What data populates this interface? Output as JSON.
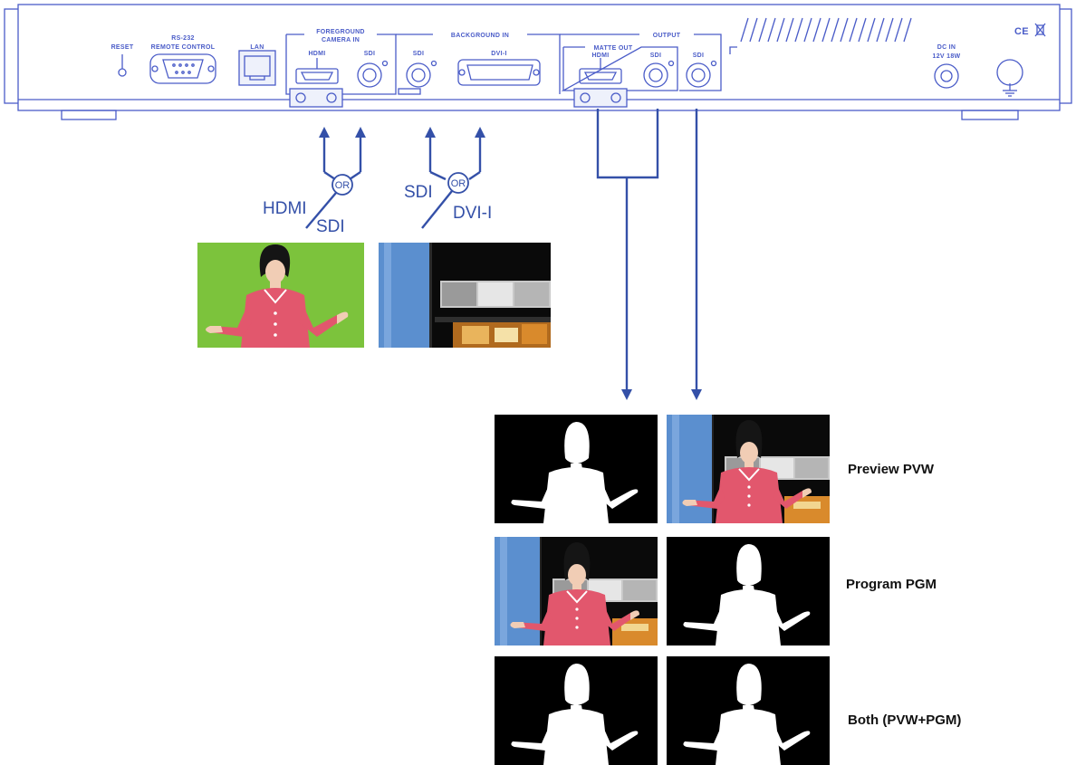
{
  "panel": {
    "reset": "RESET",
    "rs232_line1": "RS-232",
    "rs232_line2": "REMOTE CONTROL",
    "lan": "LAN",
    "fg_line1": "FOREGROUND",
    "fg_line2": "CAMERA IN",
    "fg_hdmi": "HDMI",
    "fg_sdi": "SDI",
    "bg_title": "BACKGROUND IN",
    "bg_sdi": "SDI",
    "bg_dvi": "DVI-I",
    "output_title": "OUTPUT",
    "matte_title": "MATTE OUT",
    "matte_hdmi": "HDMI",
    "matte_sdi": "SDI",
    "out_sdi": "SDI",
    "dc_line1": "DC IN",
    "dc_line2": "12V 18W",
    "ce_mark": "CE"
  },
  "connectors": {
    "foreground": {
      "left": "HDMI",
      "or": "OR",
      "right": "SDI"
    },
    "background": {
      "left": "SDI",
      "or": "OR",
      "right": "DVI-I"
    }
  },
  "output_rows": [
    {
      "label": "Preview  PVW"
    },
    {
      "label": "Program PGM"
    },
    {
      "label": "Both (PVW+PGM)"
    }
  ],
  "colors": {
    "panel_line": "#4a5cc8",
    "arrow": "#3450a8",
    "green_screen": "#7cc33c",
    "blue_wall": "#5b8fcf",
    "pink_dress": "#e2576d"
  }
}
